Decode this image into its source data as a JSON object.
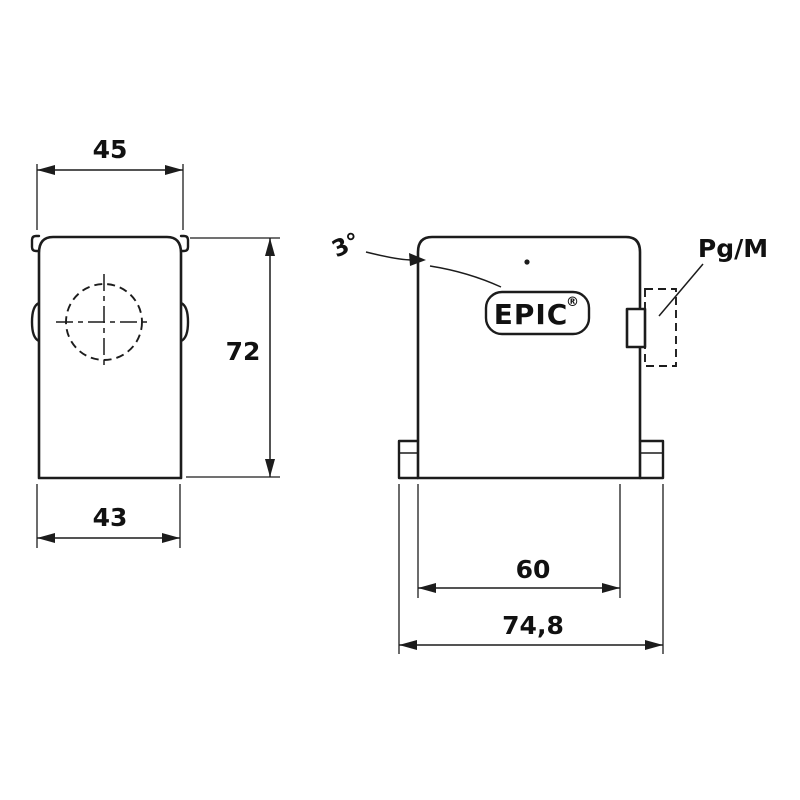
{
  "colors": {
    "line": "#1c1c1c",
    "background": "#ffffff"
  },
  "front_view": {
    "dim_top_width": "45",
    "dim_height": "72",
    "dim_bottom_width": "43"
  },
  "side_view": {
    "angle_label": "3°",
    "logo_text": "EPIC",
    "logo_registered": "®",
    "thread_label": "Pg/M",
    "dim_inner_width": "60",
    "dim_overall_width": "74,8"
  }
}
